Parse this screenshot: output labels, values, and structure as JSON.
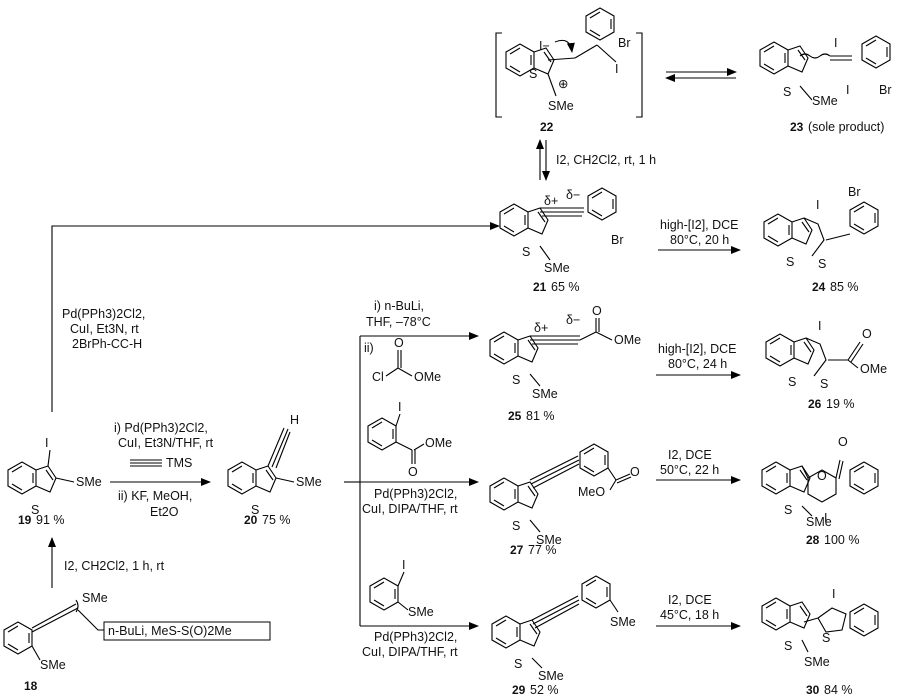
{
  "compounds": {
    "c18": {
      "num": "18",
      "pct": ""
    },
    "c19": {
      "num": "19",
      "pct": "91 %"
    },
    "c20": {
      "num": "20",
      "pct": "75 %"
    },
    "c21": {
      "num": "21",
      "pct": "65 %"
    },
    "c22": {
      "num": "22",
      "pct": ""
    },
    "c23": {
      "num": "23",
      "pct": "(sole product)"
    },
    "c24": {
      "num": "24",
      "pct": "85 %"
    },
    "c25": {
      "num": "25",
      "pct": "81 %"
    },
    "c26": {
      "num": "26",
      "pct": "19 %"
    },
    "c27": {
      "num": "27",
      "pct": "77 %"
    },
    "c28": {
      "num": "28",
      "pct": "100 %"
    },
    "c29": {
      "num": "29",
      "pct": "52 %"
    },
    "c30": {
      "num": "30",
      "pct": "84 %"
    }
  },
  "conditions": {
    "s18_19": "I2, CH2Cl2, 1 h, rt",
    "s18_box": "n-BuLi, MeS-S(O)2Me",
    "s19_20_a1": "i) Pd(PPh3)2Cl2,",
    "s19_20_a2": "CuI, Et3N/THF, rt",
    "s19_20_a3": "TMS",
    "s19_20_b1": "ii) KF, MeOH,",
    "s19_20_b2": "Et2O",
    "s19_21_1": "Pd(PPh3)2Cl2,",
    "s19_21_2": "CuI, Et3N, rt",
    "s19_21_3": "2BrPh-CC-H",
    "s21_22": "I2, CH2Cl2, rt, 1 h",
    "s21_24_1": "high-[I2], DCE",
    "s21_24_2": "80°C, 20 h",
    "s20_25_1": "i) n-BuLi,",
    "s20_25_2": "THF, –78°C",
    "s20_25_3": "ii)",
    "s25_26_1": "high-[I2], DCE",
    "s25_26_2": "80°C, 24 h",
    "s20_27_1": "Pd(PPh3)2Cl2,",
    "s20_27_2": "CuI, DIPA/THF, rt",
    "s27_28_1": "I2, DCE",
    "s27_28_2": "50°C, 22 h",
    "s20_29_1": "Pd(PPh3)2Cl2,",
    "s20_29_2": "CuI, DIPA/THF, rt",
    "s29_30_1": "I2, DCE",
    "s29_30_2": "45°C, 18 h"
  },
  "atoms": {
    "S": "S",
    "SMe": "SMe",
    "I": "I",
    "Br": "Br",
    "O": "O",
    "OMe": "OMe",
    "MeO": "MeO",
    "Cl": "Cl",
    "H": "H",
    "TMS": "TMS",
    "Iminus": "I−",
    "plus": "⊕",
    "dplus": "δ+",
    "dminus": "δ−"
  }
}
